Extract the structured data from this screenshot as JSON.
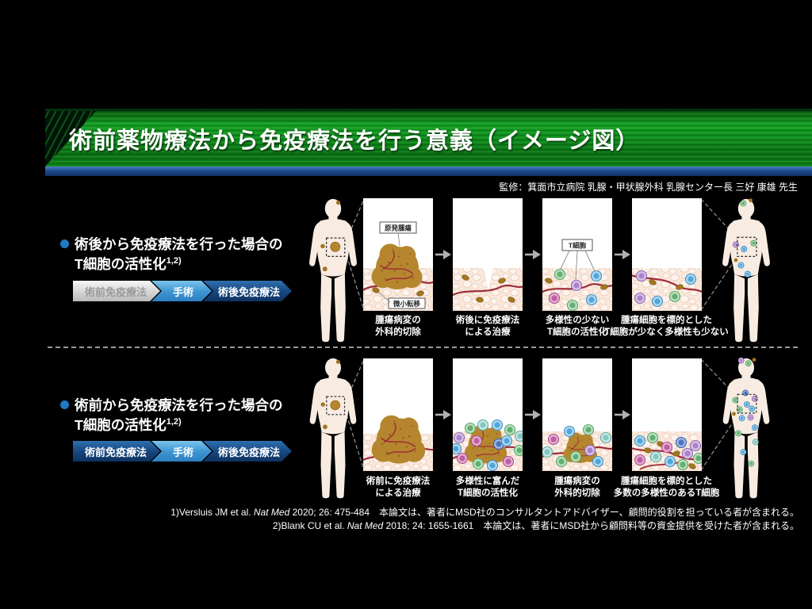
{
  "header": {
    "title": "術前薬物療法から免疫療法を行う意義（イメージ図）"
  },
  "supervisor": "監修：箕面市立病院 乳腺・甲状腺外科 乳腺センター長 三好 康雄 先生",
  "rows": [
    {
      "heading": {
        "line1": "術後から免疫療法を行った場合の",
        "line2": "T細胞の活性化",
        "sup": "1,2)"
      },
      "timeline": {
        "pre": "術前免疫療法",
        "surgery": "手術",
        "post": "術後免疫療法"
      },
      "labels": {
        "primary_tumor": "原発腫瘍",
        "micrometastasis": "微小転移",
        "t_cell": "T細胞"
      },
      "captions": [
        {
          "line1": "腫瘍病変の",
          "line2": "外科的切除"
        },
        {
          "line1": "術後に免疫療法",
          "line2": "による治療"
        },
        {
          "line1": "多様性の少ない",
          "line2": "T細胞の活性化"
        },
        {
          "line1": "腫瘍細胞を標的とした",
          "line2": "T細胞が少なく多様性も少ない"
        }
      ]
    },
    {
      "heading": {
        "line1": "術前から免疫療法を行った場合の",
        "line2": "T細胞の活性化",
        "sup": "1,2)"
      },
      "timeline": {
        "pre": "術前免疫療法",
        "surgery": "手術",
        "post": "術後免疫療法"
      },
      "captions": [
        {
          "line1": "術前に免疫療法",
          "line2": "による治療"
        },
        {
          "line1": "多様性に富んだ",
          "line2": "T細胞の活性化"
        },
        {
          "line1": "腫瘍病変の",
          "line2": "外科的切除"
        },
        {
          "line1": "腫瘍細胞を標的とした",
          "line2": "多数の多様性のあるT細胞"
        }
      ]
    }
  ],
  "references": [
    {
      "num": "1)",
      "authors": "Versluis JM et al. ",
      "journal": "Nat Med",
      "detail": " 2020; 26: 475-484",
      "note": "　本論文は、著者にMSD社のコンサルタントアドバイザー、顧問的役割を担っている者が含まれる。"
    },
    {
      "num": "2)",
      "authors": "Blank CU et al. ",
      "journal": "Nat Med",
      "detail": " 2018; 24: 1655-1661",
      "note": "　本論文は、著者にMSD社から顧問料等の資金提供を受けた者が含まれる。"
    }
  ],
  "colors": {
    "header_green": "#0f8f1c",
    "header_blue": "#1c4a8e",
    "accent_blue": "#1e7ac4",
    "tumor": "#b5862e",
    "vessel": "#9e2d38"
  }
}
